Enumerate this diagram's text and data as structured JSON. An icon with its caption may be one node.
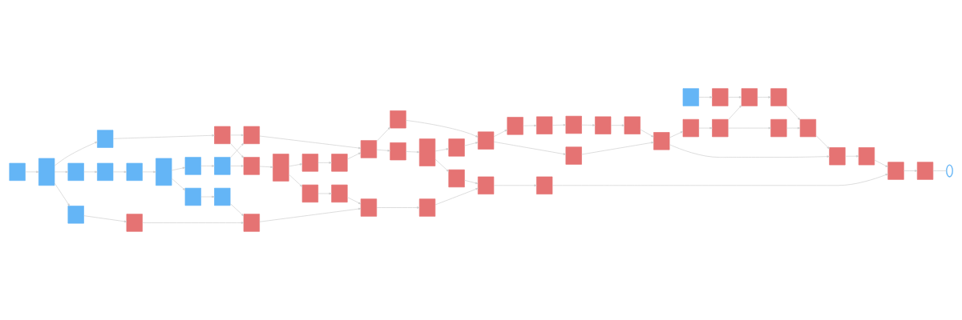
{
  "diagram": {
    "nodes": [
      {
        "text": [],
        "shape": "box"
      },
      {
        "text": [],
        "shape": "box"
      },
      {
        "text": [],
        "shape": "box"
      },
      {
        "text": [],
        "shape": "box"
      },
      {
        "text": [],
        "shape": "box"
      },
      {
        "text": [],
        "shape": "box"
      },
      {
        "text": [],
        "shape": "box"
      },
      {
        "text": [],
        "shape": "box"
      },
      {
        "text": [],
        "shape": "box"
      },
      {
        "text": [],
        "shape": "box"
      },
      {
        "text": [],
        "shape": "box"
      },
      {
        "text": [],
        "shape": "box"
      },
      {
        "text": [],
        "shape": "box"
      },
      {
        "text": [],
        "shape": "box"
      },
      {
        "text": [],
        "shape": "box"
      },
      {
        "text": [],
        "shape": "box"
      },
      {
        "text": [],
        "shape": "box"
      },
      {
        "text": [],
        "shape": "box"
      },
      {
        "text": [],
        "shape": "box"
      },
      {
        "text": [],
        "shape": "box"
      },
      {
        "text": [],
        "shape": "box"
      },
      {
        "text": [],
        "shape": "box"
      },
      {
        "text": [],
        "shape": "box"
      },
      {
        "text": [],
        "shape": "box"
      },
      {
        "text": [],
        "shape": "box"
      },
      {
        "text": [],
        "shape": "box"
      },
      {
        "text": [],
        "shape": "box"
      },
      {
        "text": [],
        "shape": "box"
      },
      {
        "text": [],
        "shape": "box"
      },
      {
        "text": [],
        "shape": "box"
      },
      {
        "text": [],
        "shape": "box"
      },
      {
        "text": [],
        "shape": "box"
      },
      {
        "text": [],
        "shape": "box"
      },
      {
        "text": [],
        "shape": "box"
      },
      {
        "text": [],
        "shape": "box"
      },
      {
        "text": [],
        "shape": "box"
      },
      {
        "text": [],
        "shape": "box"
      },
      {
        "text": [],
        "shape": "box"
      },
      {
        "text": [],
        "shape": "box"
      },
      {
        "text": [],
        "shape": "box"
      },
      {
        "text": [],
        "shape": "box"
      },
      {
        "text": [],
        "shape": "box"
      },
      {
        "text": [],
        "shape": "box"
      },
      {
        "text": [],
        "shape": "box"
      },
      {
        "text": [],
        "shape": "box"
      },
      {
        "text": [],
        "shape": "box"
      },
      {
        "text": [],
        "shape": "box"
      },
      {
        "text": [],
        "shape": "box"
      },
      {
        "text": [],
        "shape": "box"
      },
      {
        "text": [],
        "shape": "box"
      },
      {
        "text": [],
        "shape": "box"
      },
      {
        "text": [],
        "shape": "box"
      },
      {
        "text": [],
        "shape": "circle"
      }
    ],
    "edges": [
      {
        "from": 0,
        "to": 1,
        "arrow": "to"
      },
      {
        "from": 1,
        "to": 2,
        "arrow": "to"
      },
      {
        "from": 1,
        "to": 35,
        "arrow": "to"
      },
      {
        "from": 1,
        "to": 50,
        "arrow": "to"
      },
      {
        "from": 2,
        "to": 3,
        "arrow": "to"
      },
      {
        "from": 3,
        "to": 4,
        "arrow": "to"
      },
      {
        "from": 4,
        "to": 5,
        "arrow": "to"
      },
      {
        "from": 5,
        "to": 6,
        "arrow": "to"
      },
      {
        "from": 6,
        "to": 7,
        "arrow": "to"
      },
      {
        "from": 7,
        "to": 8,
        "arrow": "to"
      },
      {
        "from": 8,
        "to": 9,
        "arrow": "to"
      },
      {
        "from": 9,
        "to": 10,
        "arrow": "to"
      },
      {
        "from": 10,
        "to": 11,
        "arrow": "to"
      },
      {
        "from": 11,
        "to": 12,
        "arrow": "to"
      },
      {
        "from": 12,
        "to": 13,
        "arrow": "to"
      },
      {
        "from": 13,
        "to": 14,
        "arrow": "to"
      },
      {
        "from": 14,
        "to": 15,
        "arrow": "to"
      },
      {
        "from": 15,
        "to": 16,
        "arrow": "to"
      },
      {
        "from": 16,
        "to": 17,
        "arrow": "to"
      },
      {
        "from": 17,
        "to": 18,
        "arrow": "to"
      },
      {
        "from": 18,
        "to": 19,
        "arrow": "to"
      },
      {
        "from": 19,
        "to": 20,
        "arrow": "to"
      },
      {
        "from": 20,
        "to": 21,
        "arrow": "to"
      },
      {
        "from": 21,
        "to": 22,
        "arrow": "to"
      },
      {
        "from": 22,
        "to": 23,
        "arrow": "to"
      },
      {
        "from": 23,
        "to": 24,
        "arrow": "to"
      },
      {
        "from": 24,
        "to": 25,
        "arrow": "to"
      },
      {
        "from": 25,
        "to": 26,
        "arrow": "to"
      },
      {
        "from": 26,
        "to": 27,
        "arrow": "to"
      },
      {
        "from": 27,
        "to": 28,
        "arrow": "to"
      },
      {
        "from": 28,
        "to": 29,
        "arrow": "to"
      },
      {
        "from": 29,
        "to": 30,
        "arrow": "to"
      },
      {
        "from": 30,
        "to": 31,
        "arrow": "to"
      },
      {
        "from": 5,
        "to": 47,
        "arrow": "to"
      },
      {
        "from": 35,
        "to": 36,
        "arrow": "to"
      },
      {
        "from": 36,
        "to": 8,
        "arrow": "to"
      },
      {
        "from": 36,
        "to": 39,
        "arrow": "to"
      },
      {
        "from": 7,
        "to": 39,
        "arrow": "to"
      },
      {
        "from": 39,
        "to": 12,
        "arrow": "to"
      },
      {
        "from": 12,
        "to": 37,
        "arrow": "to"
      },
      {
        "from": 9,
        "to": 43,
        "arrow": "to"
      },
      {
        "from": 43,
        "to": 44,
        "arrow": "to"
      },
      {
        "from": 44,
        "to": 45,
        "arrow": "to"
      },
      {
        "from": 45,
        "to": 46,
        "arrow": "to"
      },
      {
        "from": 46,
        "to": 41,
        "arrow": "to"
      },
      {
        "from": 49,
        "to": 45,
        "arrow": "to"
      },
      {
        "from": 47,
        "to": 48,
        "arrow": "to"
      },
      {
        "from": 48,
        "to": 49,
        "arrow": "to"
      },
      {
        "from": 50,
        "to": 51,
        "arrow": "to"
      },
      {
        "from": 51,
        "to": 49,
        "arrow": "to"
      },
      {
        "from": 14,
        "to": 40,
        "arrow": "to"
      },
      {
        "from": 40,
        "to": 41,
        "arrow": "to"
      },
      {
        "from": 41,
        "to": 42,
        "arrow": "to"
      },
      {
        "from": 42,
        "to": 30,
        "arrow": "to"
      },
      {
        "from": 37,
        "to": 16,
        "arrow": "to"
      },
      {
        "from": 16,
        "to": 38,
        "arrow": "to"
      },
      {
        "from": 38,
        "to": 22,
        "arrow": "to"
      },
      {
        "from": 22,
        "to": 28,
        "arrow": "to"
      },
      {
        "from": 32,
        "to": 33,
        "arrow": "to"
      },
      {
        "from": 33,
        "to": 25,
        "arrow": "to"
      },
      {
        "from": 24,
        "to": 34,
        "arrow": "to"
      },
      {
        "from": 34,
        "to": 27,
        "arrow": "to"
      },
      {
        "from": 31,
        "to": 52,
        "arrow": "none"
      }
    ]
  }
}
